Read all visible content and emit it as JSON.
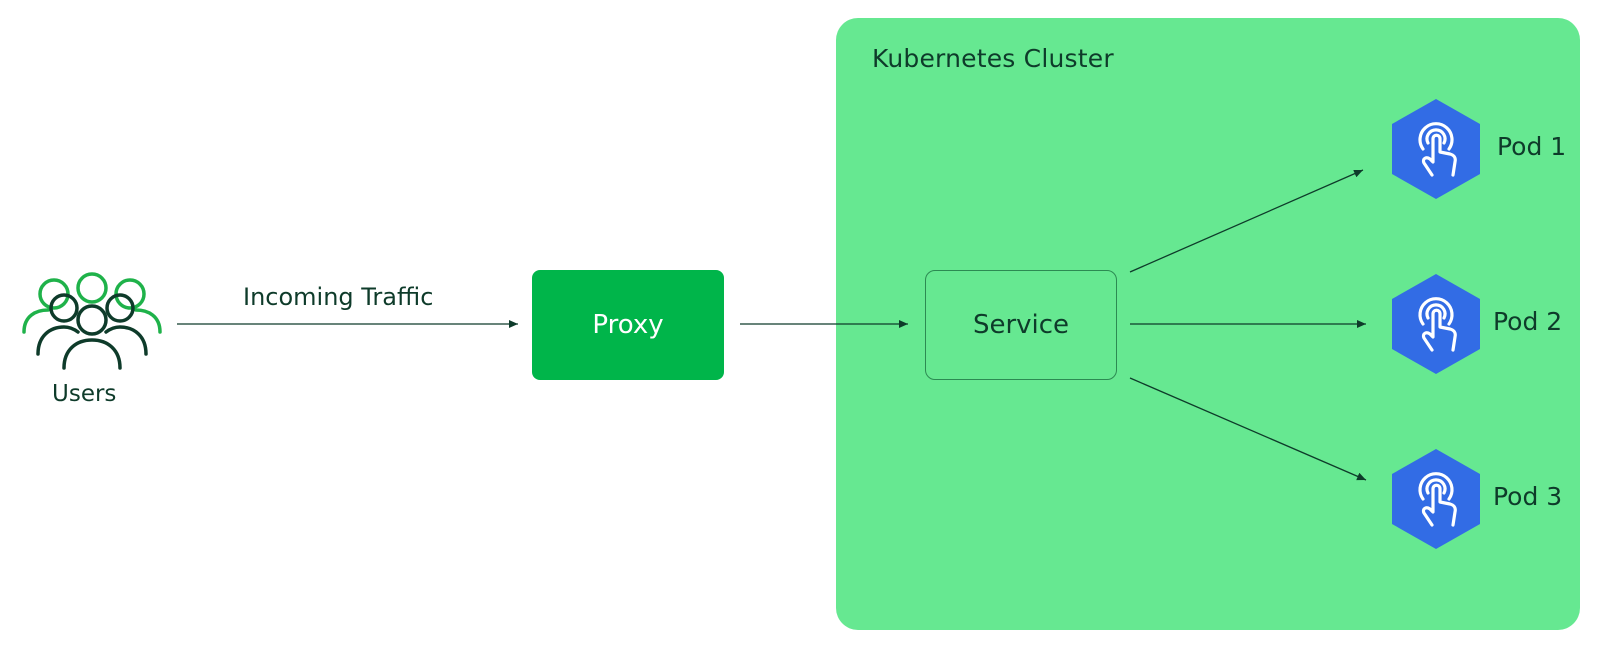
{
  "colors": {
    "cluster_fill": "#66e891",
    "proxy_fill": "#00b54a",
    "pod_fill": "#326ce5",
    "dark_text": "#0e3b2a",
    "users_accent": "#1fb24a"
  },
  "icons": {
    "users": "users-group-icon",
    "pod": "touch-gesture-icon"
  },
  "users": {
    "label": "Users"
  },
  "traffic": {
    "label": "Incoming Traffic"
  },
  "proxy": {
    "label": "Proxy"
  },
  "cluster": {
    "label": "Kubernetes Cluster"
  },
  "service": {
    "label": "Service"
  },
  "pods": [
    {
      "label": "Pod 1"
    },
    {
      "label": "Pod 2"
    },
    {
      "label": "Pod 3"
    }
  ]
}
